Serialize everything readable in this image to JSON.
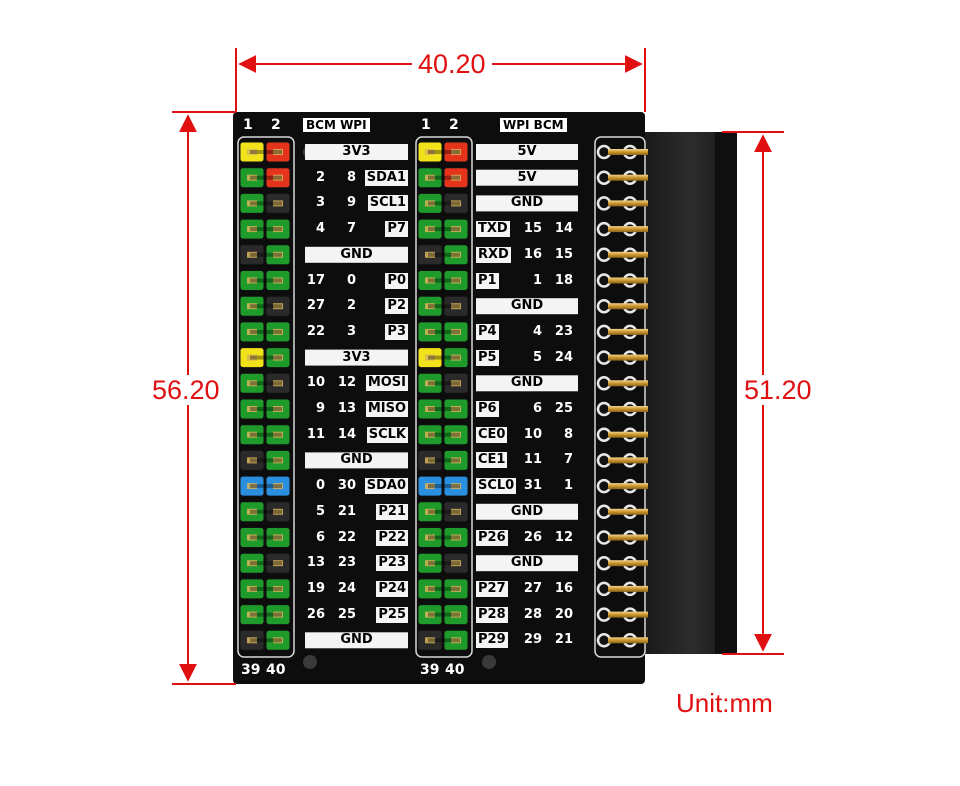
{
  "dimensions": {
    "width": "40.20",
    "height_board": "56.20",
    "height_header": "51.20",
    "unit": "Unit:mm"
  },
  "colors": {
    "dimension_line": "#e01010",
    "board": "#0d0d0d",
    "pin_3v3": "#f2e21a",
    "pin_5v": "#e5341c",
    "pin_gnd": "#2a2a2a",
    "pin_gpio": "#1f9b2c",
    "pin_id": "#2b8fe0"
  },
  "left_header": {
    "pin_1": "1",
    "pin_2": "2",
    "pin_39": "39",
    "pin_40": "40",
    "col_headers": "BCM WPI",
    "rows": [
      {
        "bcm": "",
        "wpi": "",
        "name": "3V3",
        "bar": true
      },
      {
        "bcm": "2",
        "wpi": "8",
        "name": "SDA1",
        "bar": false
      },
      {
        "bcm": "3",
        "wpi": "9",
        "name": "SCL1",
        "bar": false
      },
      {
        "bcm": "4",
        "wpi": "7",
        "name": "P7",
        "bar": false
      },
      {
        "bcm": "",
        "wpi": "",
        "name": "GND",
        "bar": true
      },
      {
        "bcm": "17",
        "wpi": "0",
        "name": "P0",
        "bar": false
      },
      {
        "bcm": "27",
        "wpi": "2",
        "name": "P2",
        "bar": false
      },
      {
        "bcm": "22",
        "wpi": "3",
        "name": "P3",
        "bar": false
      },
      {
        "bcm": "",
        "wpi": "",
        "name": "3V3",
        "bar": true
      },
      {
        "bcm": "10",
        "wpi": "12",
        "name": "MOSI",
        "bar": false
      },
      {
        "bcm": "9",
        "wpi": "13",
        "name": "MISO",
        "bar": false
      },
      {
        "bcm": "11",
        "wpi": "14",
        "name": "SCLK",
        "bar": false
      },
      {
        "bcm": "",
        "wpi": "",
        "name": "GND",
        "bar": true
      },
      {
        "bcm": "0",
        "wpi": "30",
        "name": "SDA0",
        "bar": false
      },
      {
        "bcm": "5",
        "wpi": "21",
        "name": "P21",
        "bar": false
      },
      {
        "bcm": "6",
        "wpi": "22",
        "name": "P22",
        "bar": false
      },
      {
        "bcm": "13",
        "wpi": "23",
        "name": "P23",
        "bar": false
      },
      {
        "bcm": "19",
        "wpi": "24",
        "name": "P24",
        "bar": false
      },
      {
        "bcm": "26",
        "wpi": "25",
        "name": "P25",
        "bar": false
      },
      {
        "bcm": "",
        "wpi": "",
        "name": "GND",
        "bar": true
      }
    ]
  },
  "right_header": {
    "pin_1": "1",
    "pin_2": "2",
    "pin_39": "39",
    "pin_40": "40",
    "col_headers": "WPI BCM",
    "rows": [
      {
        "name": "5V",
        "wpi": "",
        "bcm": "",
        "bar": true
      },
      {
        "name": "5V",
        "wpi": "",
        "bcm": "",
        "bar": true
      },
      {
        "name": "GND",
        "wpi": "",
        "bcm": "",
        "bar": true
      },
      {
        "name": "TXD",
        "wpi": "15",
        "bcm": "14",
        "bar": false
      },
      {
        "name": "RXD",
        "wpi": "16",
        "bcm": "15",
        "bar": false
      },
      {
        "name": "P1",
        "wpi": "1",
        "bcm": "18",
        "bar": false
      },
      {
        "name": "GND",
        "wpi": "",
        "bcm": "",
        "bar": true
      },
      {
        "name": "P4",
        "wpi": "4",
        "bcm": "23",
        "bar": false
      },
      {
        "name": "P5",
        "wpi": "5",
        "bcm": "24",
        "bar": false
      },
      {
        "name": "GND",
        "wpi": "",
        "bcm": "",
        "bar": true
      },
      {
        "name": "P6",
        "wpi": "6",
        "bcm": "25",
        "bar": false
      },
      {
        "name": "CE0",
        "wpi": "10",
        "bcm": "8",
        "bar": false
      },
      {
        "name": "CE1",
        "wpi": "11",
        "bcm": "7",
        "bar": false
      },
      {
        "name": "SCL0",
        "wpi": "31",
        "bcm": "1",
        "bar": false
      },
      {
        "name": "GND",
        "wpi": "",
        "bcm": "",
        "bar": true
      },
      {
        "name": "P26",
        "wpi": "26",
        "bcm": "12",
        "bar": false
      },
      {
        "name": "GND",
        "wpi": "",
        "bcm": "",
        "bar": true
      },
      {
        "name": "P27",
        "wpi": "27",
        "bcm": "16",
        "bar": false
      },
      {
        "name": "P28",
        "wpi": "28",
        "bcm": "20",
        "bar": false
      },
      {
        "name": "P29",
        "wpi": "29",
        "bcm": "21",
        "bar": false
      }
    ]
  },
  "pin_colors": [
    [
      "3v3",
      "5v"
    ],
    [
      "gpio",
      "5v"
    ],
    [
      "gpio",
      "gnd"
    ],
    [
      "gpio",
      "gpio"
    ],
    [
      "gnd",
      "gpio"
    ],
    [
      "gpio",
      "gpio"
    ],
    [
      "gpio",
      "gnd"
    ],
    [
      "gpio",
      "gpio"
    ],
    [
      "3v3",
      "gpio"
    ],
    [
      "gpio",
      "gnd"
    ],
    [
      "gpio",
      "gpio"
    ],
    [
      "gpio",
      "gpio"
    ],
    [
      "gnd",
      "gpio"
    ],
    [
      "id",
      "id"
    ],
    [
      "gpio",
      "gnd"
    ],
    [
      "gpio",
      "gpio"
    ],
    [
      "gpio",
      "gnd"
    ],
    [
      "gpio",
      "gpio"
    ],
    [
      "gpio",
      "gpio"
    ],
    [
      "gnd",
      "gpio"
    ]
  ]
}
